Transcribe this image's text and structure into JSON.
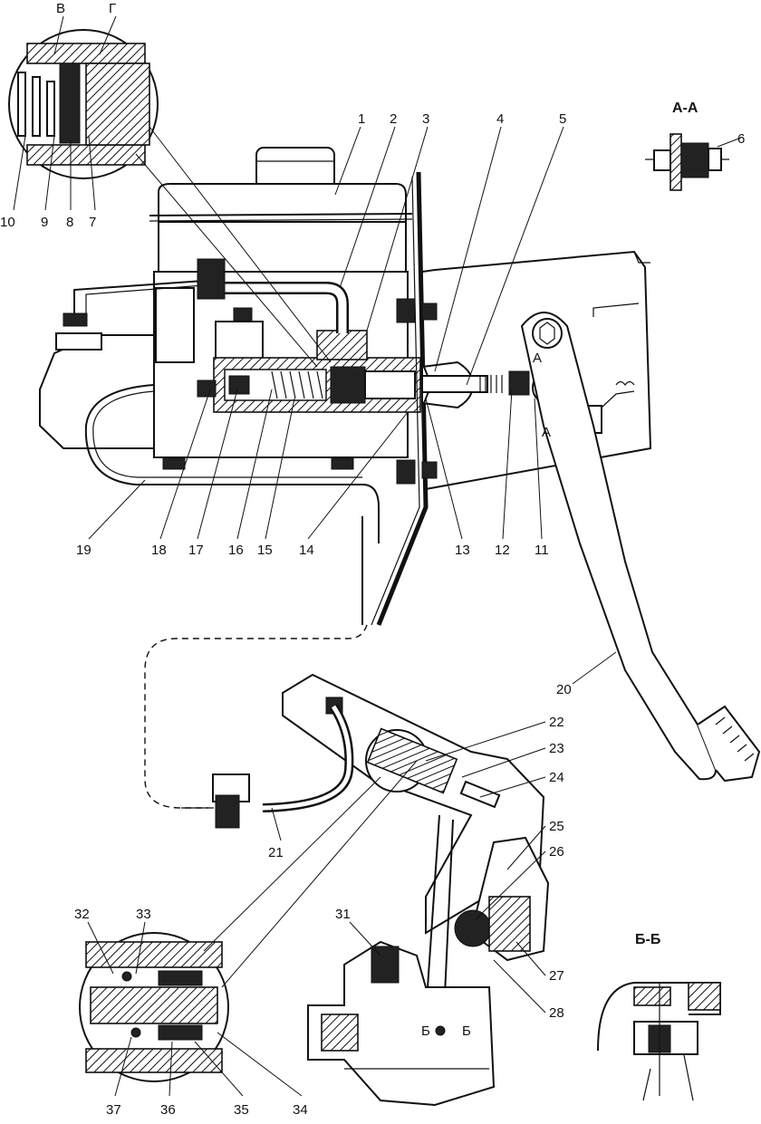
{
  "section_labels": {
    "aa": "А-А",
    "bb": "Б-Б",
    "detail_v": "В",
    "detail_g": "Г",
    "cut_a_top": "А",
    "cut_a_bottom": "А",
    "cut_b_left": "Б",
    "cut_b_right": "Б"
  },
  "callouts": [
    {
      "id": "1",
      "text": "1"
    },
    {
      "id": "2",
      "text": "2"
    },
    {
      "id": "3",
      "text": "3"
    },
    {
      "id": "4",
      "text": "4"
    },
    {
      "id": "5",
      "text": "5"
    },
    {
      "id": "6",
      "text": "6"
    },
    {
      "id": "7",
      "text": "7"
    },
    {
      "id": "8",
      "text": "8"
    },
    {
      "id": "9",
      "text": "9"
    },
    {
      "id": "10",
      "text": "10"
    },
    {
      "id": "11",
      "text": "11"
    },
    {
      "id": "12",
      "text": "12"
    },
    {
      "id": "13",
      "text": "13"
    },
    {
      "id": "14",
      "text": "14"
    },
    {
      "id": "15",
      "text": "15"
    },
    {
      "id": "16",
      "text": "16"
    },
    {
      "id": "17",
      "text": "17"
    },
    {
      "id": "18",
      "text": "18"
    },
    {
      "id": "19",
      "text": "19"
    },
    {
      "id": "20",
      "text": "20"
    },
    {
      "id": "21",
      "text": "21"
    },
    {
      "id": "22",
      "text": "22"
    },
    {
      "id": "23",
      "text": "23"
    },
    {
      "id": "24",
      "text": "24"
    },
    {
      "id": "25",
      "text": "25"
    },
    {
      "id": "26",
      "text": "26"
    },
    {
      "id": "27",
      "text": "27"
    },
    {
      "id": "28",
      "text": "28"
    },
    {
      "id": "31",
      "text": "31"
    },
    {
      "id": "32",
      "text": "32"
    },
    {
      "id": "33",
      "text": "33"
    },
    {
      "id": "34",
      "text": "34"
    },
    {
      "id": "35",
      "text": "35"
    },
    {
      "id": "36",
      "text": "36"
    },
    {
      "id": "37",
      "text": "37"
    }
  ]
}
